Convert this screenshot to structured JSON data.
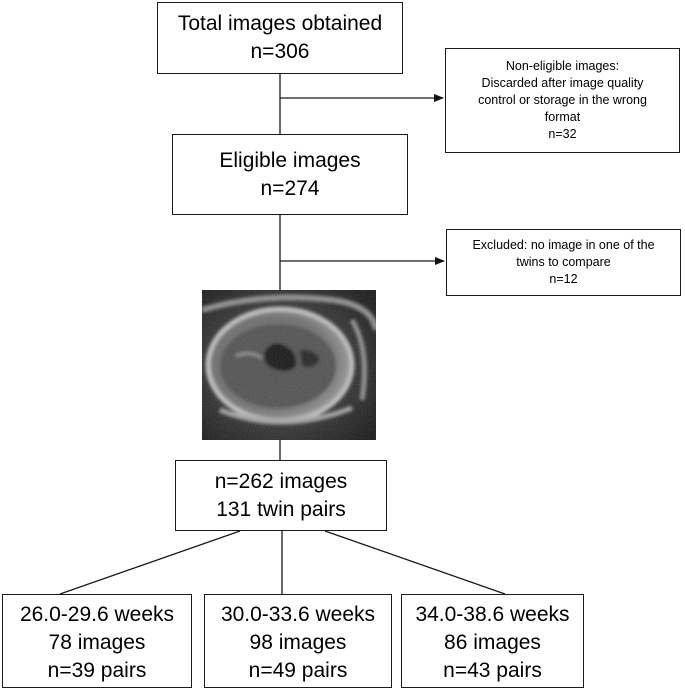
{
  "total": {
    "title": "Total images obtained",
    "count": "n=306"
  },
  "non_eligible": {
    "lines": [
      "Non-eligible images:",
      "Discarded after image quality",
      "control or storage in the wrong",
      "format"
    ],
    "count": "n=32"
  },
  "eligible": {
    "title": "Eligible images",
    "count": "n=274"
  },
  "excluded": {
    "lines": [
      "Excluded:  no image in one of the",
      "twins to compare"
    ],
    "count": "n=12"
  },
  "ultrasound": {
    "icon": "ultrasound-image"
  },
  "analysed": {
    "images": "n=262 images",
    "pairs": "131 twin pairs"
  },
  "groups": [
    {
      "weeks": "26.0-29.6 weeks",
      "images": "78 images",
      "pairs": "n=39 pairs"
    },
    {
      "weeks": "30.0-33.6 weeks",
      "images": "98 images",
      "pairs": "n=49 pairs"
    },
    {
      "weeks": "34.0-38.6 weeks",
      "images": "86 images",
      "pairs": "n=43 pairs"
    }
  ]
}
